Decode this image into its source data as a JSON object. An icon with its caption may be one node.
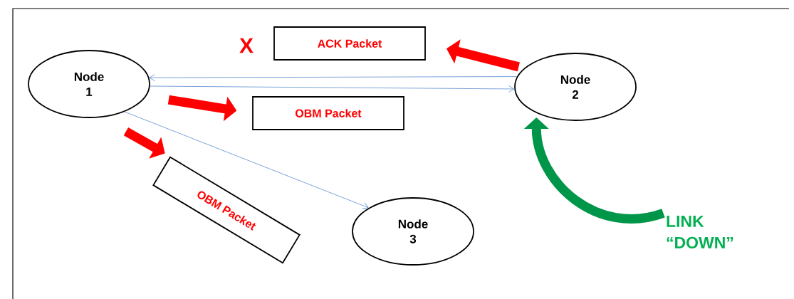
{
  "diagram": {
    "nodes": [
      {
        "text": [
          "Node 1"
        ]
      },
      {
        "text": [
          "Node 2"
        ]
      },
      {
        "text": [
          "Node 3"
        ]
      },
      {
        "text": [
          "ACK Packet"
        ]
      },
      {
        "text": [
          "OBM Packet"
        ]
      },
      {
        "text": [
          "OBM Packet"
        ]
      },
      {
        "text": [
          "LINK “DOWN”"
        ]
      }
    ],
    "edges": [
      {
        "from": 1,
        "to": 0,
        "arrow": "to"
      },
      {
        "from": 0,
        "to": 1,
        "arrow": "to"
      },
      {
        "from": 0,
        "to": 2,
        "arrow": "to"
      },
      {
        "from": 1,
        "to": 3,
        "arrow": "to",
        "color": "#ff0000"
      },
      {
        "from": 0,
        "to": 4,
        "arrow": "to",
        "color": "#ff0000"
      },
      {
        "from": 0,
        "to": 5,
        "arrow": "to",
        "color": "#ff0000"
      },
      {
        "from": 6,
        "to": 1,
        "arrow": "to",
        "color": "#00964a"
      }
    ],
    "labels": [
      "X"
    ]
  }
}
